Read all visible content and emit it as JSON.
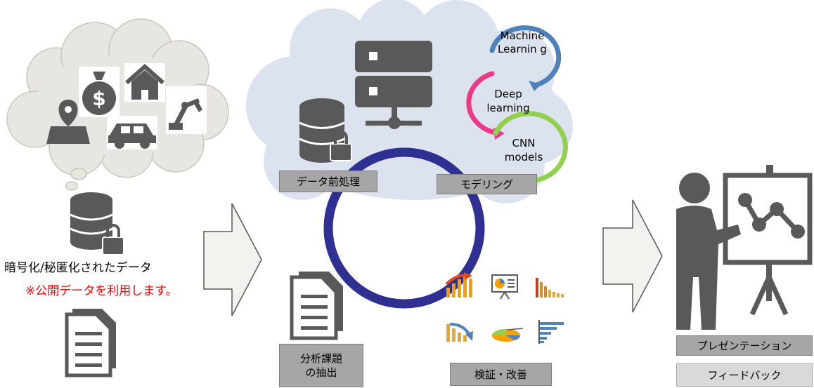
{
  "left": {
    "caption": "暗号化/秘匿化されたデータ",
    "note": "※公開データを利用します。",
    "note_color": "#ff0000"
  },
  "middle": {
    "preprocess_label": "データ前処理",
    "modeling_label": "モデリング",
    "analysis_label_line1": "分析課題",
    "analysis_label_line2": "の抽出",
    "verify_label": "検証・改善",
    "cycle_color": "#2e3192",
    "cloud_color": "#dde3ee",
    "ml_steps": [
      {
        "text": "Machine Learnin g",
        "color": "#4f81bd"
      },
      {
        "text": "Deep learning",
        "color": "#ec3a8b"
      },
      {
        "text": "CNN models",
        "color": "#92d050"
      }
    ]
  },
  "right": {
    "presentation_label": "プレゼンテーション",
    "feedback_label": "フィードバック"
  },
  "colors": {
    "icon_gray": "#595959",
    "arrow_fill": "#f2f2ee",
    "thought_cloud": "#e8e6e0"
  }
}
